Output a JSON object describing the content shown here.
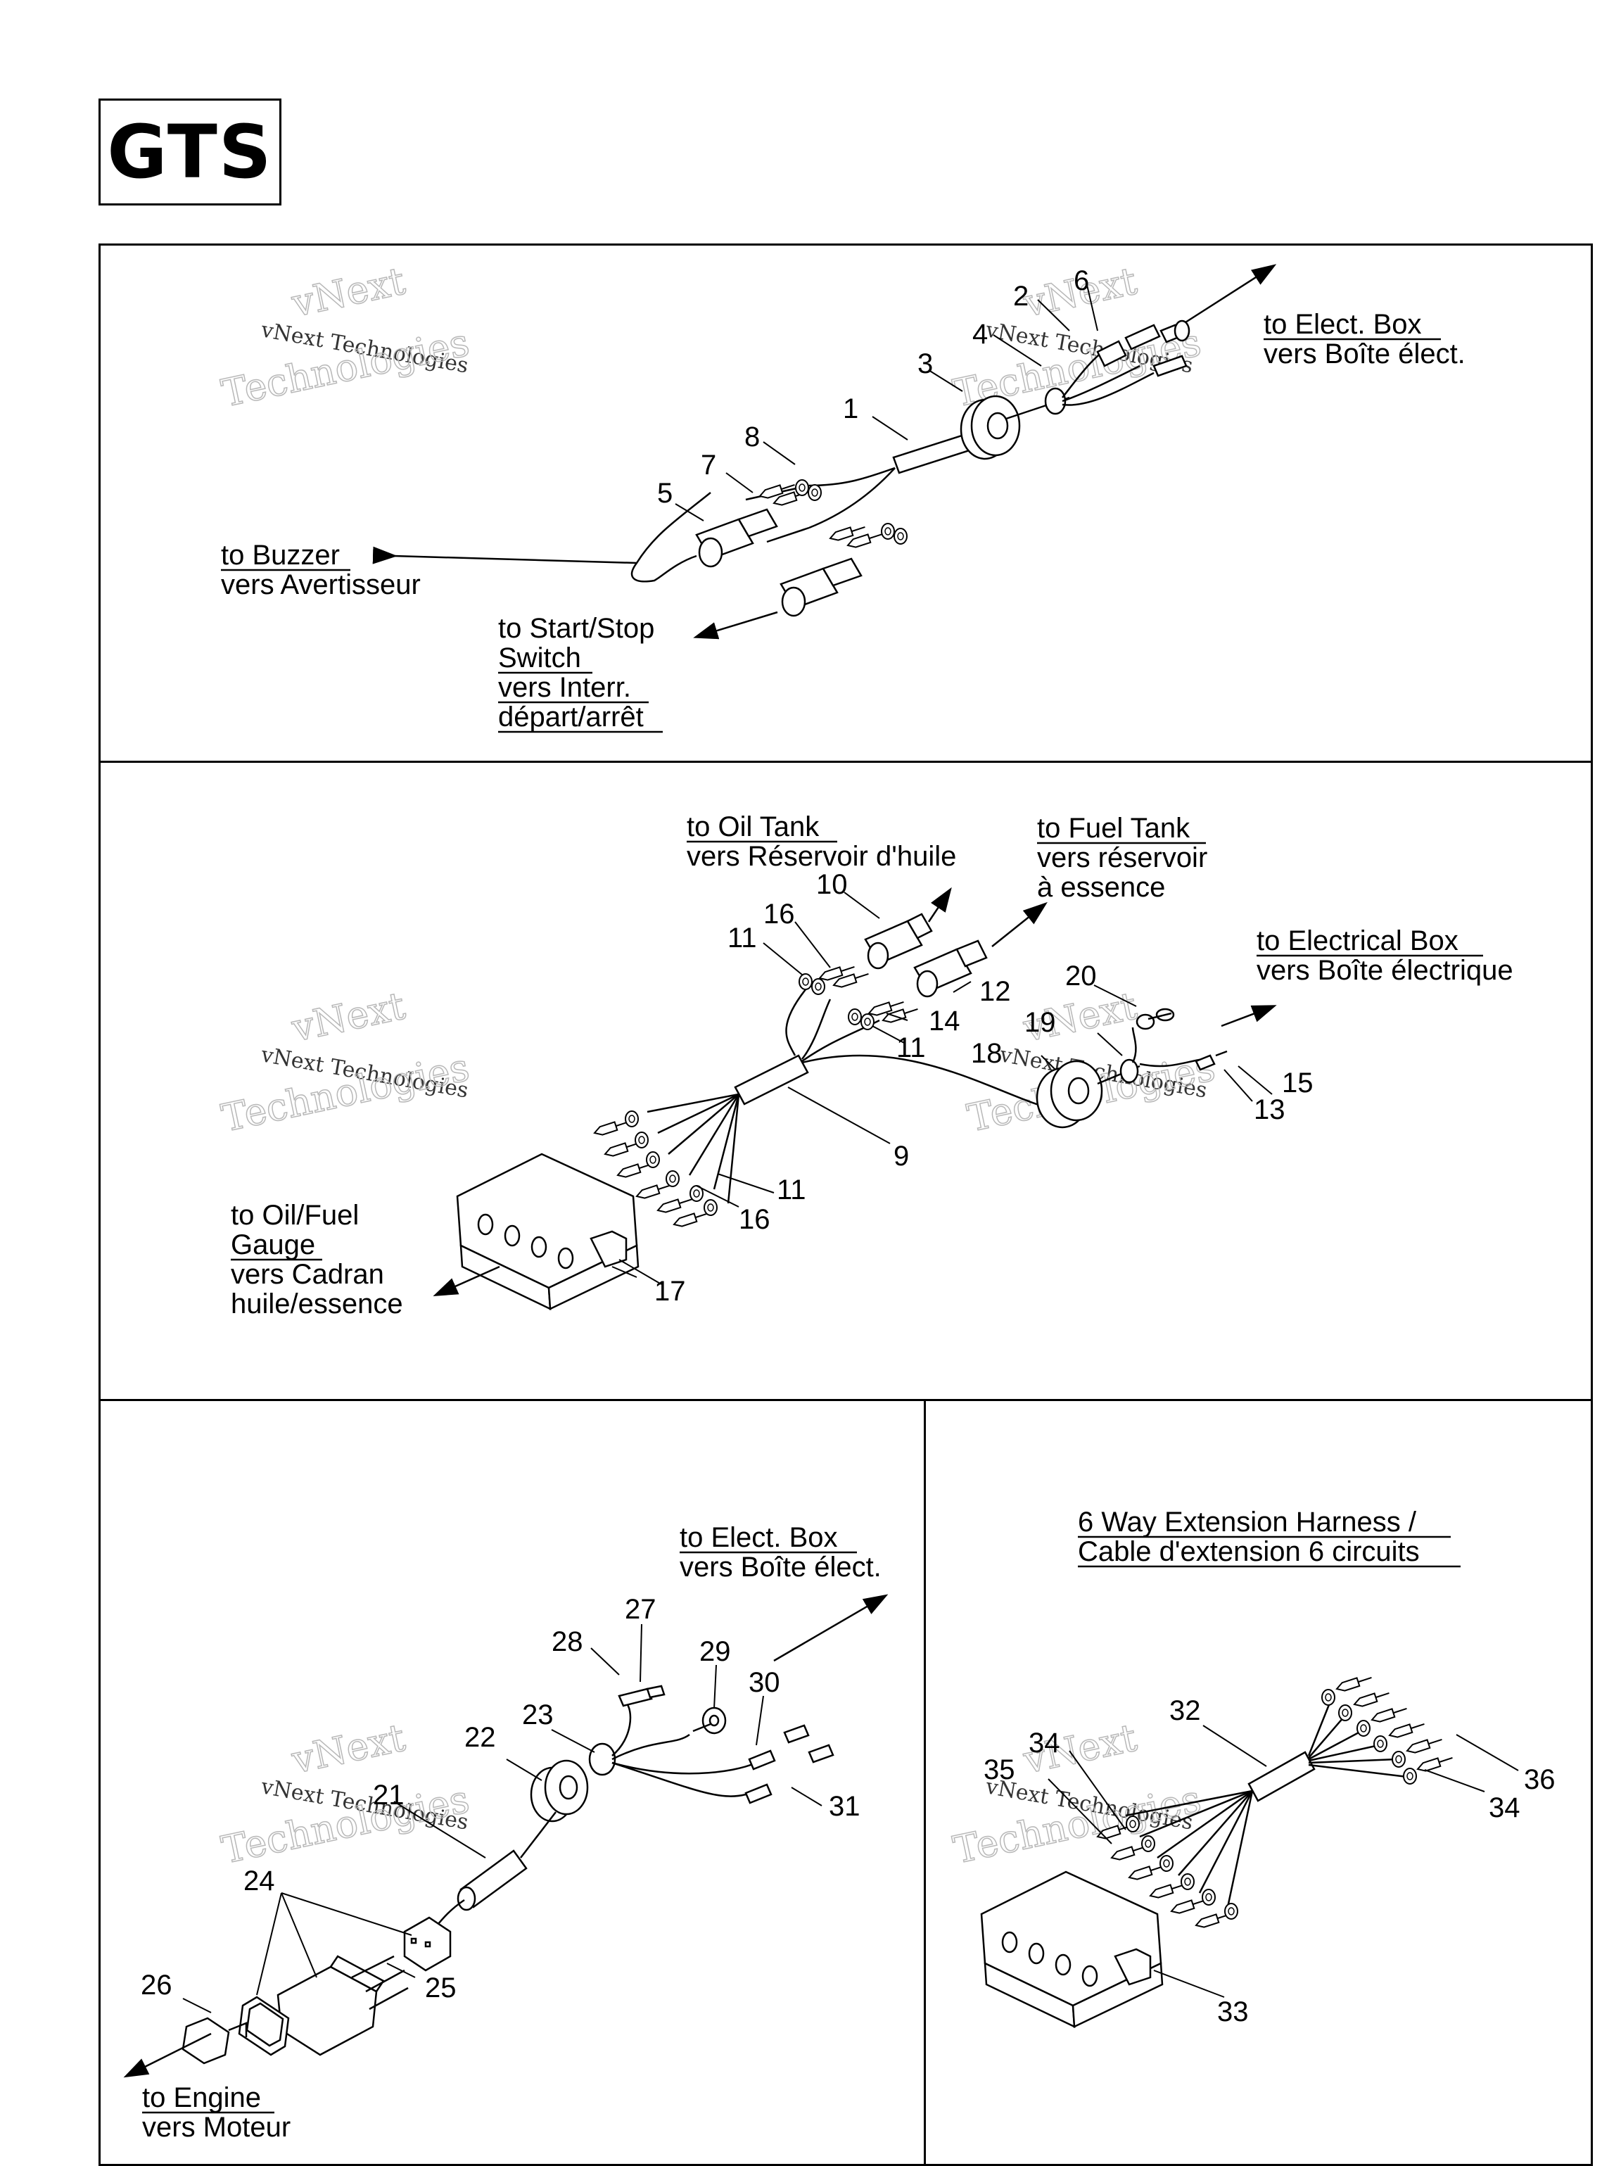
{
  "title": "GTS",
  "watermark": {
    "line1": "vNext",
    "line2": "Technologies",
    "small": "vNext Technologies"
  },
  "section1": {
    "to_elect_box": [
      "to Elect. Box",
      "vers Boîte élect."
    ],
    "to_buzzer": [
      "to Buzzer",
      "vers Avertisseur"
    ],
    "to_start_stop": [
      "to Start/Stop",
      "Switch",
      "vers Interr.",
      "départ/arrêt"
    ],
    "callouts": [
      "1",
      "2",
      "3",
      "4",
      "5",
      "6",
      "7",
      "8"
    ]
  },
  "section2": {
    "to_oil_tank": [
      "to Oil Tank",
      "vers Réservoir d'huile"
    ],
    "to_fuel_tank": [
      "to Fuel Tank",
      "vers réservoir",
      "à essence"
    ],
    "to_electrical_box": [
      "to Electrical Box",
      "vers Boîte électrique"
    ],
    "to_oil_fuel_gauge": [
      "to Oil/Fuel",
      "Gauge",
      "vers Cadran",
      "huile/essence"
    ],
    "callouts": [
      "9",
      "10",
      "11",
      "11",
      "11",
      "12",
      "13",
      "14",
      "15",
      "16",
      "16",
      "17",
      "18",
      "19",
      "20"
    ]
  },
  "section3": {
    "to_elect_box": [
      "to Elect. Box",
      "vers Boîte élect."
    ],
    "to_engine": [
      "to Engine",
      "vers Moteur"
    ],
    "callouts": [
      "21",
      "22",
      "23",
      "24",
      "25",
      "26",
      "27",
      "28",
      "29",
      "30",
      "31"
    ]
  },
  "section4": {
    "heading": [
      "6 Way Extension Harness /",
      "Cable d'extension 6 circuits"
    ],
    "callouts": [
      "32",
      "33",
      "34",
      "34",
      "35",
      "36"
    ]
  }
}
